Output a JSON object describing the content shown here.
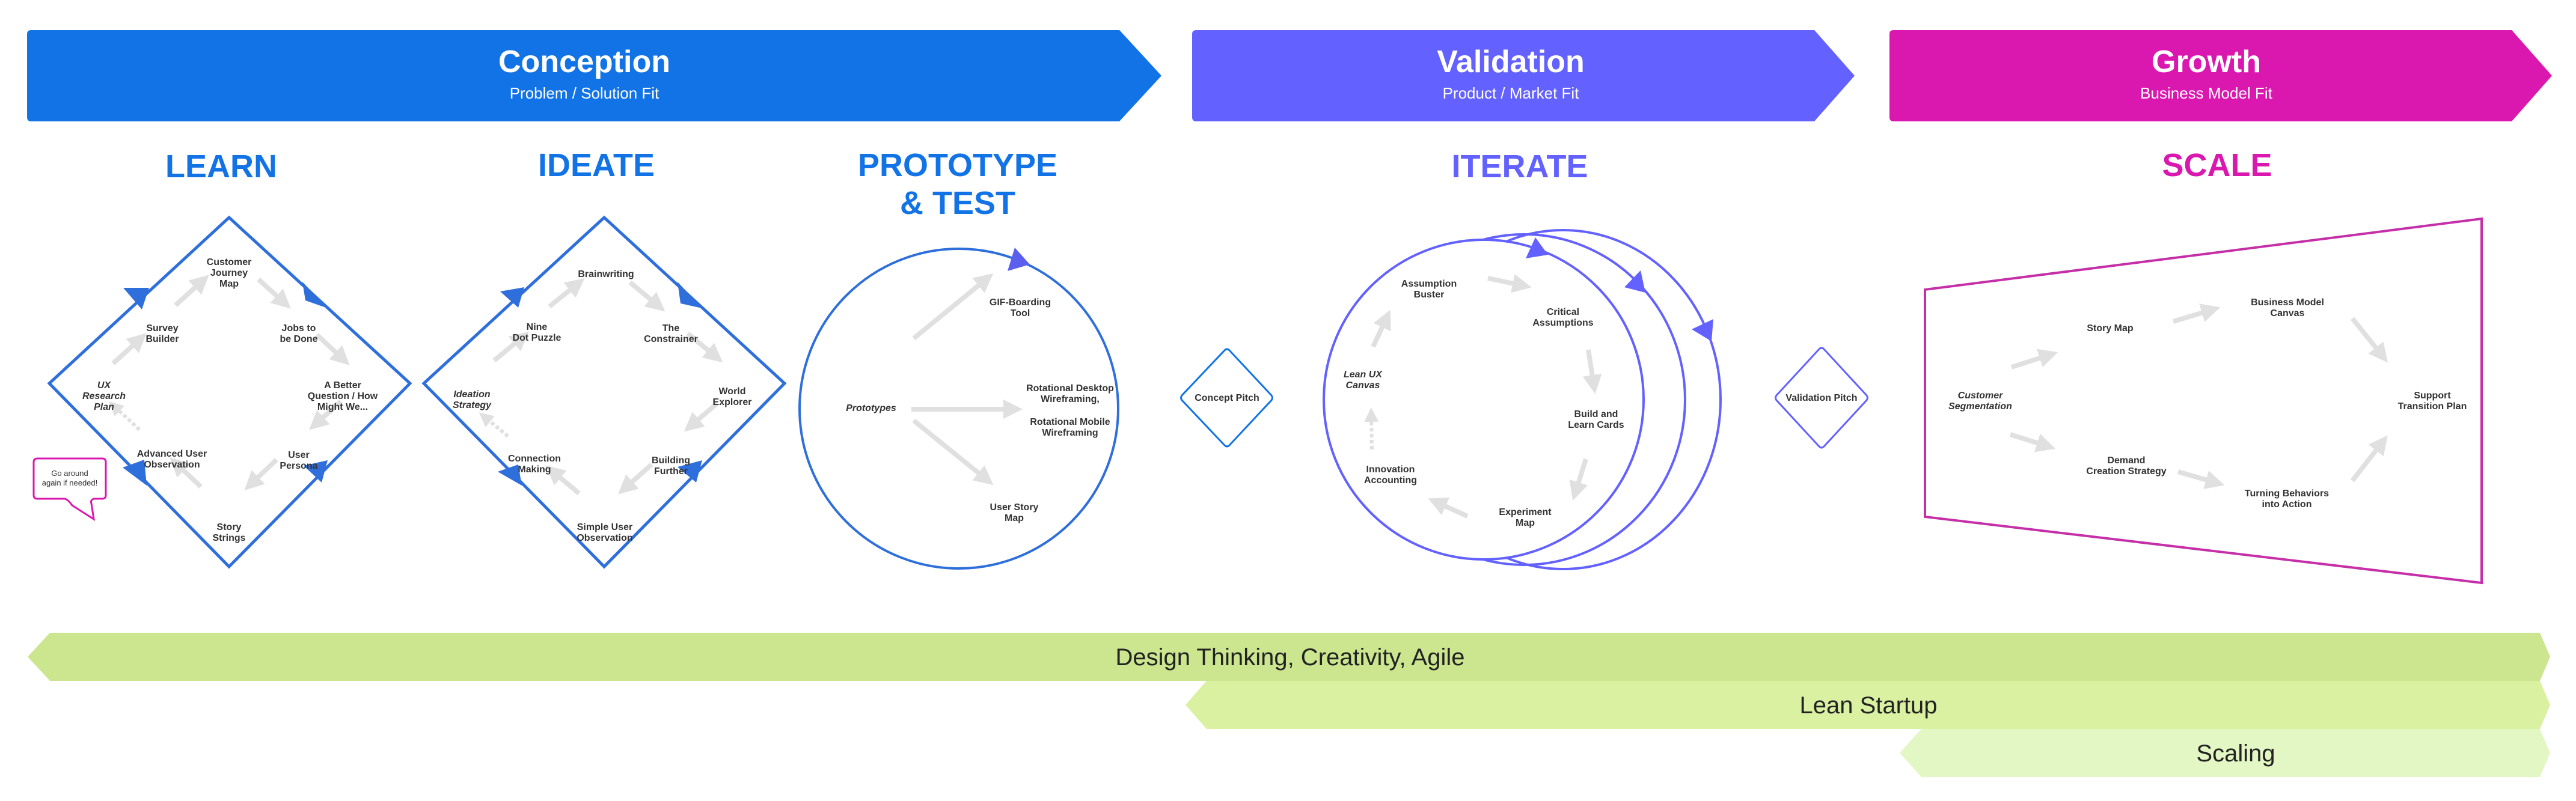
{
  "colors": {
    "conception": "#1273E6",
    "validation": "#6361FF",
    "growth": "#DA17AE",
    "learn_stroke": "#2F6FDB",
    "gray_arrow": "#E0E0E0",
    "band1": "#CBE68F",
    "band2": "#D9F1A1",
    "band3": "#E3F7C4",
    "text_dark": "#333333"
  },
  "phases": [
    {
      "title": "Conception",
      "subtitle": "Problem / Solution Fit"
    },
    {
      "title": "Validation",
      "subtitle": "Product / Market Fit"
    },
    {
      "title": "Growth",
      "subtitle": "Business Model Fit"
    }
  ],
  "stages": {
    "learn": {
      "title": "LEARN"
    },
    "ideate": {
      "title": "IDEATE"
    },
    "prototype": {
      "title_line1": "PROTOTYPE",
      "title_line2": "& TEST"
    },
    "iterate": {
      "title": "ITERATE"
    },
    "scale": {
      "title": "SCALE"
    }
  },
  "learn": {
    "start": [
      "UX",
      "Research",
      "Plan"
    ],
    "nodes": [
      {
        "id": "survey-builder",
        "lines": [
          "Survey",
          "Builder"
        ]
      },
      {
        "id": "customer-journey-map",
        "lines": [
          "Customer",
          "Journey",
          "Map"
        ]
      },
      {
        "id": "jobs-to-be-done",
        "lines": [
          "Jobs to",
          "be Done"
        ]
      },
      {
        "id": "better-question",
        "lines": [
          "A Better",
          "Question / How",
          "Might We..."
        ]
      },
      {
        "id": "user-persona",
        "lines": [
          "User",
          "Persona"
        ]
      },
      {
        "id": "story-strings",
        "lines": [
          "Story",
          "Strings"
        ]
      },
      {
        "id": "advanced-user-observation",
        "lines": [
          "Advanced User",
          "Observation"
        ]
      }
    ],
    "bubble": [
      "Go around",
      "again if needed!"
    ]
  },
  "ideate": {
    "start": [
      "Ideation",
      "Strategy"
    ],
    "nodes": [
      {
        "id": "nine-dot-puzzle",
        "lines": [
          "Nine",
          "Dot Puzzle"
        ]
      },
      {
        "id": "brainwriting",
        "lines": [
          "Brainwriting"
        ]
      },
      {
        "id": "the-constrainer",
        "lines": [
          "The",
          "Constrainer"
        ]
      },
      {
        "id": "world-explorer",
        "lines": [
          "World",
          "Explorer"
        ]
      },
      {
        "id": "building-further",
        "lines": [
          "Building",
          "Further"
        ]
      },
      {
        "id": "simple-user-observation",
        "lines": [
          "Simple User",
          "Observation"
        ]
      },
      {
        "id": "connection-making",
        "lines": [
          "Connection",
          "Making"
        ]
      }
    ]
  },
  "prototype": {
    "start": "Prototypes",
    "nodes": [
      {
        "id": "gif-boarding-tool",
        "lines": [
          "GIF-Boarding",
          "Tool"
        ]
      },
      {
        "id": "rotational-wireframing",
        "lines": [
          "Rotational Desktop",
          "Wireframing,",
          "",
          "Rotational Mobile",
          "Wireframing"
        ]
      },
      {
        "id": "user-story-map",
        "lines": [
          "User Story",
          "Map"
        ]
      }
    ]
  },
  "concept_pitch": "Concept Pitch",
  "iterate": {
    "start": [
      "Lean UX",
      "Canvas"
    ],
    "nodes": [
      {
        "id": "assumption-buster",
        "lines": [
          "Assumption",
          "Buster"
        ]
      },
      {
        "id": "critical-assumptions",
        "lines": [
          "Critical",
          "Assumptions"
        ]
      },
      {
        "id": "build-and-learn-cards",
        "lines": [
          "Build and",
          "Learn Cards"
        ]
      },
      {
        "id": "experiment-map",
        "lines": [
          "Experiment",
          "Map"
        ]
      },
      {
        "id": "innovation-accounting",
        "lines": [
          "Innovation",
          "Accounting"
        ]
      }
    ]
  },
  "validation_pitch": "Validation Pitch",
  "scale": {
    "start": [
      "Customer",
      "Segmentation"
    ],
    "nodes": [
      {
        "id": "story-map",
        "lines": [
          "Story Map"
        ]
      },
      {
        "id": "business-model-canvas",
        "lines": [
          "Business Model",
          "Canvas"
        ]
      },
      {
        "id": "support-transition-plan",
        "lines": [
          "Support",
          "Transition Plan"
        ]
      },
      {
        "id": "demand-creation-strategy",
        "lines": [
          "Demand",
          "Creation Strategy"
        ]
      },
      {
        "id": "turning-behaviors-into-action",
        "lines": [
          "Turning Behaviors",
          "into Action"
        ]
      }
    ]
  },
  "bands": [
    {
      "label": "Design Thinking, Creativity, Agile"
    },
    {
      "label": "Lean Startup"
    },
    {
      "label": "Scaling"
    }
  ]
}
